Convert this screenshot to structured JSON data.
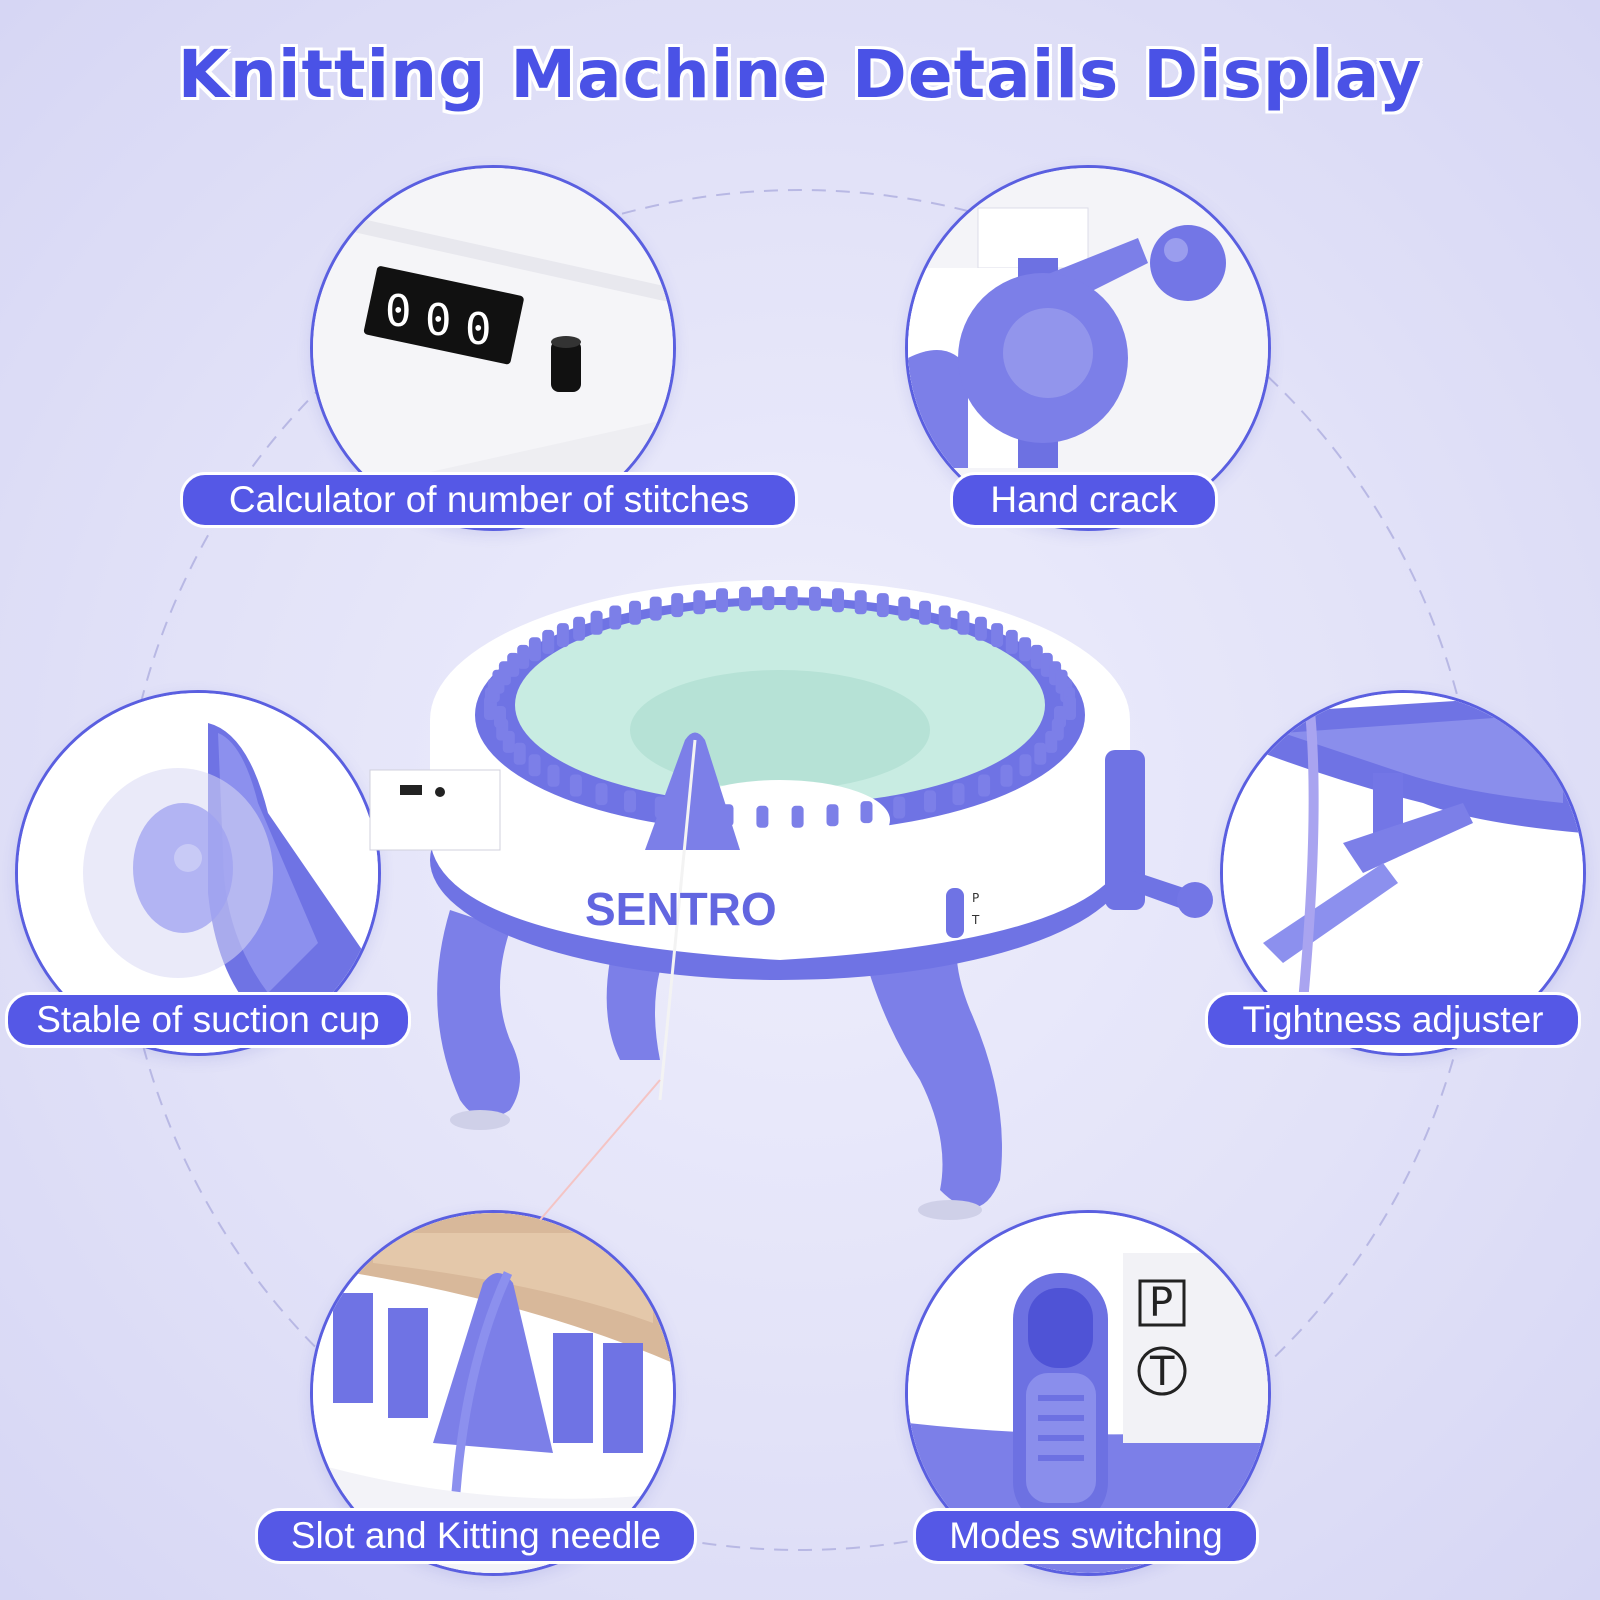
{
  "title": "Knitting Machine Details Display",
  "brand": "SENTRO",
  "counter_digits": [
    "0",
    "0",
    "0"
  ],
  "mode_letters": [
    "P",
    "T"
  ],
  "features": [
    {
      "id": "stitch-counter",
      "label": "Calculator of number of stitches"
    },
    {
      "id": "hand-crank",
      "label": "Hand crack"
    },
    {
      "id": "suction-cup",
      "label": "Stable of suction cup"
    },
    {
      "id": "tightness-adjuster",
      "label": "Tightness adjuster"
    },
    {
      "id": "slot-needle",
      "label": "Slot and Kitting needle"
    },
    {
      "id": "mode-switch",
      "label": "Modes switching"
    }
  ],
  "colors": {
    "accent": "#5558e6",
    "title": "#4a52e6",
    "machine_purple": "#7c7fe8",
    "machine_white": "#ffffff",
    "yarn": "#c8ece2"
  }
}
